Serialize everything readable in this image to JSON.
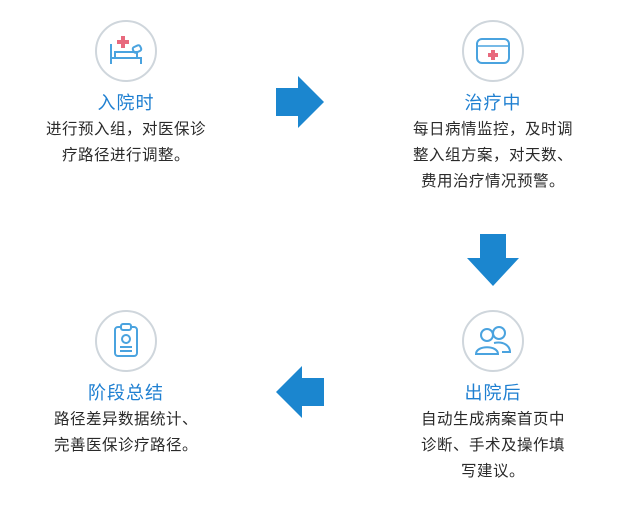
{
  "stages": [
    {
      "title": "入院时",
      "desc_lines": [
        "进行预入组，对医保诊",
        "疗路径进行调整。"
      ],
      "icon": "hospital-bed-icon"
    },
    {
      "title": "治疗中",
      "desc_lines": [
        "每日病情监控，及时调",
        "整入组方案，对天数、",
        "费用治疗情况预警。"
      ],
      "icon": "first-aid-kit-icon"
    },
    {
      "title": "出院后",
      "desc_lines": [
        "自动生成病案首页中",
        "诊断、手术及操作填",
        "写建议。"
      ],
      "icon": "users-icon"
    },
    {
      "title": "阶段总结",
      "desc_lines": [
        "路径差异数据统计、",
        "完善医保诊疗路径。"
      ],
      "icon": "clipboard-report-icon"
    }
  ],
  "colors": {
    "accent": "#1e7fd1",
    "arrow": "#1b86cf",
    "icon_red": "#e8697d",
    "icon_blue": "#4aa3df",
    "circle_border": "#cfd6dc"
  }
}
